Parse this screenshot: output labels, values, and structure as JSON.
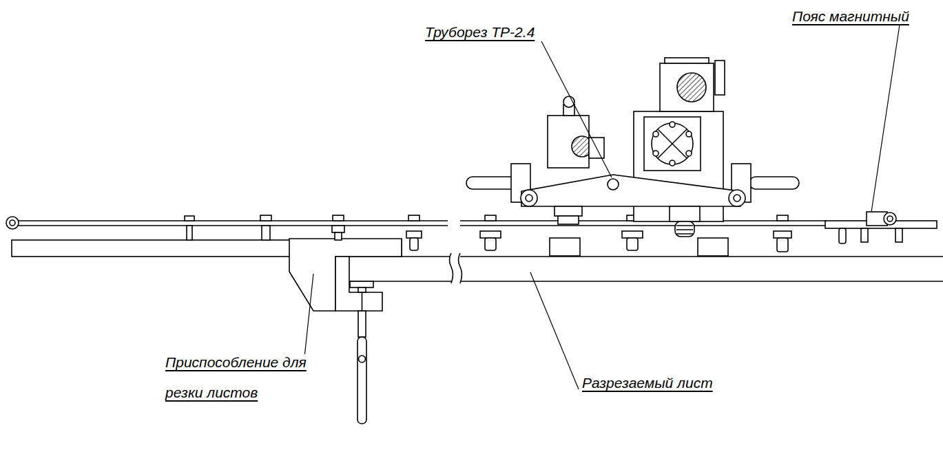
{
  "diagram": {
    "labels": [
      "Труборез ТР-2.4",
      "Пояс магнитный",
      "Приспособление для резки листов",
      "Разрезаемый лист"
    ]
  }
}
